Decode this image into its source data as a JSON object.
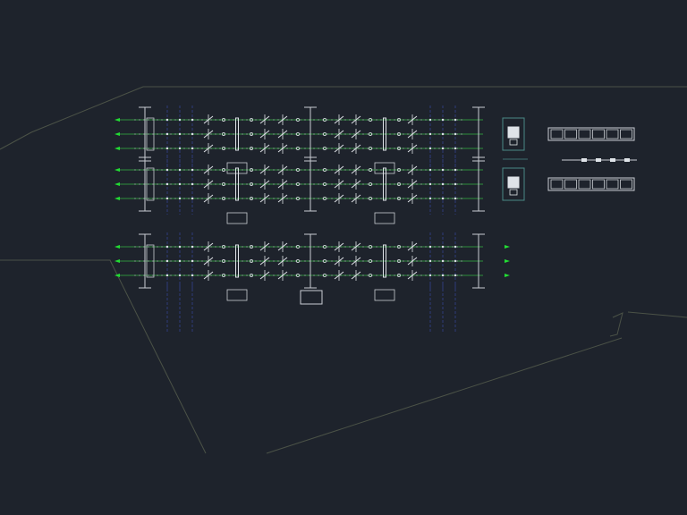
{
  "app": {
    "view": "cad-model-space",
    "background_color": "#1e232c"
  },
  "colors": {
    "site_boundary": "#4b5247",
    "feeder_line": "#2e8f3c",
    "arrow": "#22dd33",
    "structure": "#c9cdd3",
    "bus": "#2f3b7a",
    "detail": "#4a8a86",
    "symbol": "#dfe3e8"
  },
  "drawing": {
    "bays": [
      {
        "name": "bay-upper",
        "line_count": 3
      },
      {
        "name": "bay-middle",
        "line_count": 3
      },
      {
        "name": "bay-lower",
        "line_count": 3
      }
    ],
    "detail_views": [
      {
        "name": "equipment-detail-a",
        "icon": "transformer-icon"
      },
      {
        "name": "equipment-detail-b",
        "icon": "transformer-icon"
      }
    ],
    "section_views": [
      {
        "name": "busbar-section-a",
        "cells": 6
      },
      {
        "name": "busbar-section-b",
        "cells": 6
      }
    ]
  }
}
